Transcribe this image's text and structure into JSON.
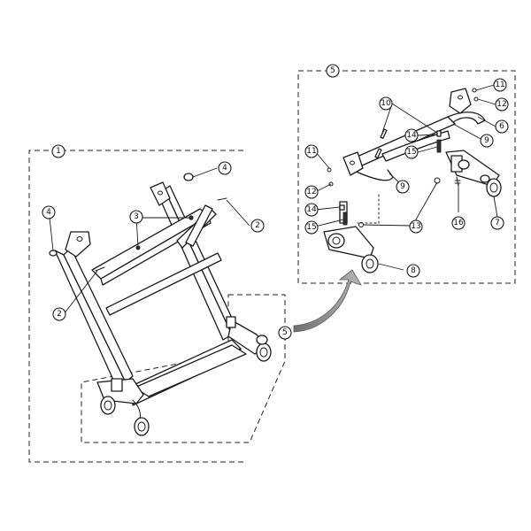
{
  "callouts": {
    "c1": "1",
    "c2a": "2",
    "c2b": "2",
    "c3": "3",
    "c4a": "4",
    "c4b": "4",
    "c5a": "5",
    "c5b": "5",
    "c6": "6",
    "c7": "7",
    "c8": "8",
    "c9a": "9",
    "c9b": "9",
    "c10": "10",
    "c11a": "11",
    "c11b": "11",
    "c12a": "12",
    "c12b": "12",
    "c13": "13",
    "c14a": "14",
    "c14b": "14",
    "c15a": "15",
    "c15b": "15",
    "c16": "16"
  },
  "colors": {
    "line": "#1a1a1a",
    "arrow_fill": "#8a8a8a",
    "background": "#ffffff"
  }
}
